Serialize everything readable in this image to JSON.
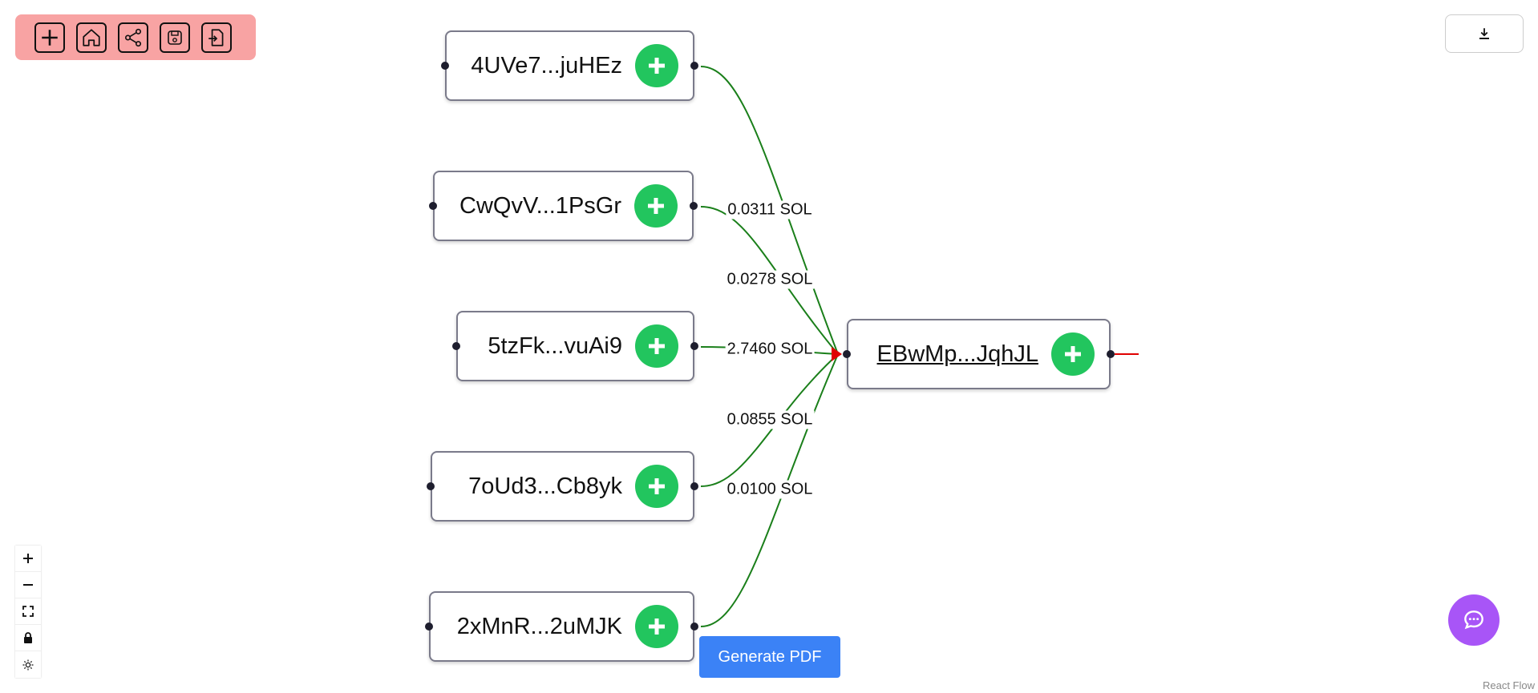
{
  "toolbar": {
    "icons": [
      "plus-icon",
      "home-icon",
      "share-icon",
      "save-icon",
      "import-icon"
    ]
  },
  "download": {
    "icon": "download-icon"
  },
  "nodes": [
    {
      "label": "4UVe7...juHEz",
      "underline": false
    },
    {
      "label": "CwQvV...1PsGr",
      "underline": false
    },
    {
      "label": "5tzFk...vuAi9",
      "underline": false
    },
    {
      "label": "7oUd3...Cb8yk",
      "underline": false
    },
    {
      "label": "2xMnR...2uMJK",
      "underline": false
    },
    {
      "label": "EBwMp...JqhJL",
      "underline": true
    }
  ],
  "edges": [
    {
      "from": "4UVe7...juHEz",
      "to": "EBwMp...JqhJL",
      "amount": "0.0311 SOL"
    },
    {
      "from": "CwQvV...1PsGr",
      "to": "EBwMp...JqhJL",
      "amount": "0.0278 SOL"
    },
    {
      "from": "5tzFk...vuAi9",
      "to": "EBwMp...JqhJL",
      "amount": "2.7460 SOL"
    },
    {
      "from": "7oUd3...Cb8yk",
      "to": "EBwMp...JqhJL",
      "amount": "0.0855 SOL"
    },
    {
      "from": "2xMnR...2uMJK",
      "to": "EBwMp...JqhJL",
      "amount": "0.0100 SOL"
    }
  ],
  "colors": {
    "edge": "#1a7f1a",
    "arrow": "#e00000",
    "outgoing": "#e00000",
    "add_button": "#22c55e",
    "toolbar_bg": "#f8a3a3",
    "primary_button": "#3b82f6",
    "chat_button": "#a855f7"
  },
  "controls": [
    "zoom-in-icon",
    "zoom-out-icon",
    "fit-view-icon",
    "lock-icon",
    "theme-icon"
  ],
  "generate_pdf_label": "Generate PDF",
  "attribution": "React Flow"
}
